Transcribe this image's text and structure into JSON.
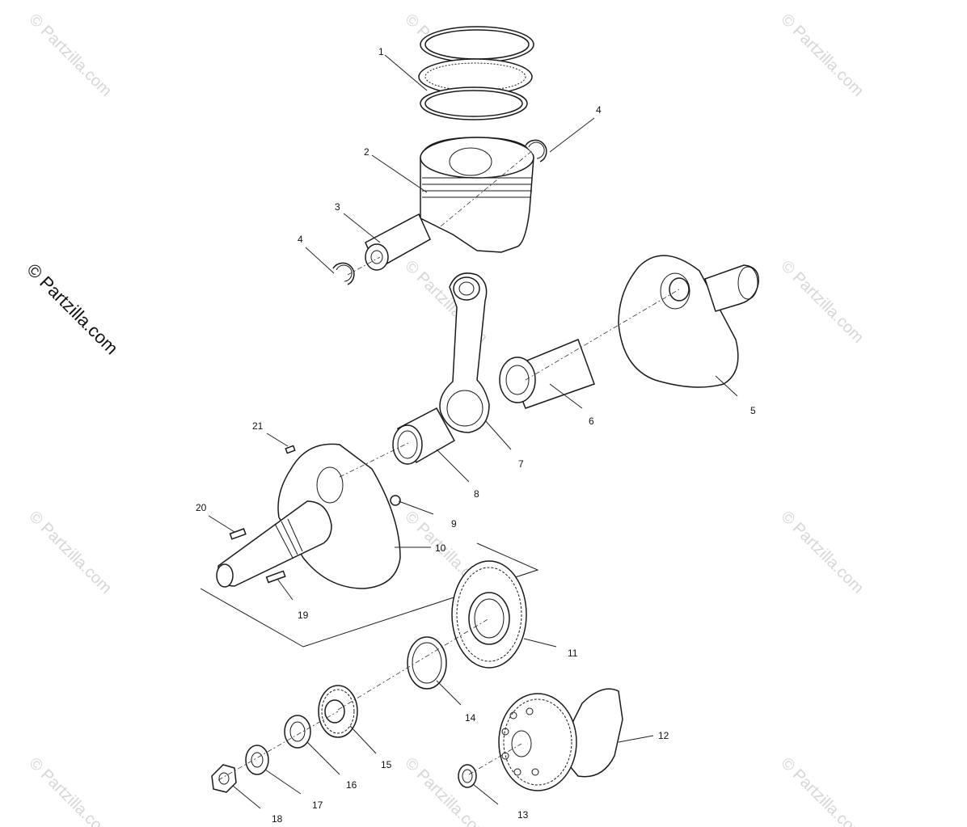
{
  "copyright": "© Partzilla.com",
  "watermark": "© Partzilla.com",
  "callouts": [
    "1",
    "2",
    "3",
    "4",
    "4",
    "5",
    "6",
    "7",
    "8",
    "9",
    "10",
    "11",
    "12",
    "13",
    "14",
    "15",
    "16",
    "17",
    "18",
    "19",
    "20",
    "21"
  ]
}
